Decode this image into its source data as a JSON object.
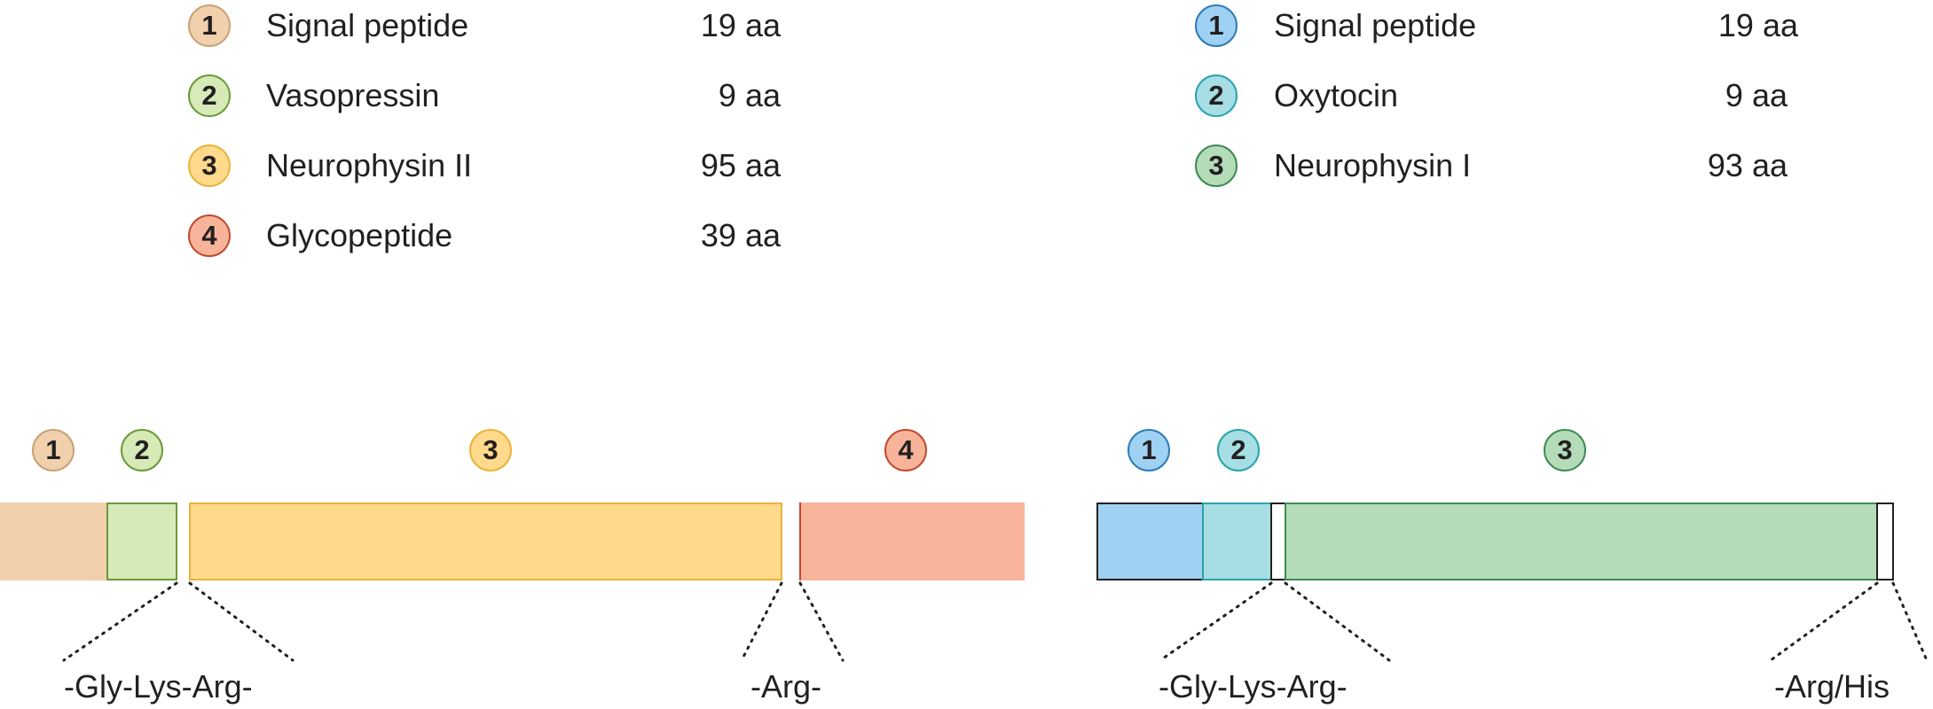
{
  "colors": {
    "signal_vp": "#f1d0ae",
    "vasopressin": "#d6eab8",
    "neurophysin2": "#ffd98c",
    "glycopeptide": "#f8b49b",
    "signal_oxt": "#9fd1f2",
    "oxytocin": "#a6dee3",
    "neurophysin1": "#b4dcb9",
    "border_vp_signal": "#c8a274",
    "border_vasopressin": "#6a9a3a",
    "border_neurophysin2": "#e8b43a",
    "border_glycopeptide": "#c24a2e",
    "border_signal_oxt": "#2f7cb8",
    "border_oxytocin": "#2aa3ae",
    "border_neurophysin1": "#3f8a52"
  },
  "vasopressin_precursor": {
    "legend": [
      {
        "num": "1",
        "label": "Signal peptide",
        "length": "19 aa"
      },
      {
        "num": "2",
        "label": "Vasopressin",
        "length": "9 aa"
      },
      {
        "num": "3",
        "label": "Neurophysin II",
        "length": "95 aa"
      },
      {
        "num": "4",
        "label": "Glycopeptide",
        "length": "39 aa"
      }
    ],
    "segment_badges": [
      "1",
      "2",
      "3",
      "4"
    ],
    "cleavage_labels": [
      "-Gly-Lys-Arg-",
      "-Arg-"
    ]
  },
  "oxytocin_precursor": {
    "legend": [
      {
        "num": "1",
        "label": "Signal peptide",
        "length": "19 aa"
      },
      {
        "num": "2",
        "label": "Oxytocin",
        "length": "9 aa"
      },
      {
        "num": "3",
        "label": "Neurophysin I",
        "length": "93 aa"
      }
    ],
    "segment_badges": [
      "1",
      "2",
      "3"
    ],
    "cleavage_labels": [
      "-Gly-Lys-Arg-",
      "-Arg/His"
    ]
  }
}
